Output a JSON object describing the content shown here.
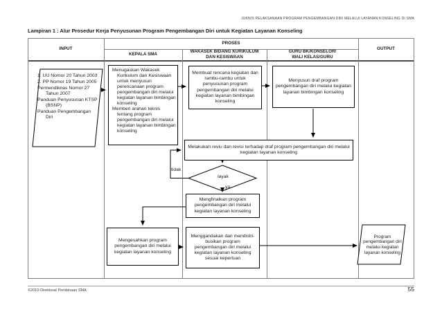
{
  "page": {
    "running_header": "JUKNIS PELAKSANAAN PROGRAM PENGEMBANGAN DIRI MELALUI LAYANAN KONSELING DI SMA",
    "title": "Lampiran 1 : Alur Prosedur Kerja Penyusunan Program Pengembangan Diri untuk Kegiatan Layanan Konseling",
    "footer_left": "©2010-Direktorat Pembinaan SMA",
    "page_number": "55"
  },
  "table": {
    "col_input": "INPUT",
    "col_proses": "PROSES",
    "col_kepala": "KEPALA SMA",
    "col_wakasek": "WAKASEK BIDANG KURIKULUM\nDAN KESISWAAN",
    "col_guru": "GURU BK/KONSELOR/\nWALI KELAS/GURU",
    "col_output": "OUTPUT"
  },
  "flowchart": {
    "input_items": {
      "0": "1.   UU Nomor 20 Tahun 2003",
      "1": "2.   PP Nomor 19 Tahun 2005",
      "2": "Permendiknas Nomor 27 Tahun 2007",
      "3": "Panduan Penyusunan KTSP (BSNP)",
      "4": "Panduan Pengembangan Diri"
    },
    "kepala_tasks": {
      "0": "Menugaskan Wakasek Kurikulum dan Kesiswaan untuk menyusun perencanaan program pengembangan diri melalui kegiatan layanan bimbingan konseling",
      "1": "Memberi arahan teknis tentang program pengembangan diri melalui kegiatan layanan bimbingan konseling"
    },
    "wakasek_plan": "Membuat rencana kegiatan dan rambu-rambu untuk penyusunan program pengembangan diri melalui kegiatan layanan bimbingan konseling",
    "guru_draft": "Menyusun draf program pengembangan diri melalui kegiatan layanan bimbingan konseling",
    "review": "Melakukan reviu dan revisi terhadap draf program pengembangan diri melalui kegiatan layanan konseling",
    "decision": "layak",
    "decision_no": "tidak",
    "decision_yes": "ya",
    "finalize": "Mengfinalkan program pengembangan diri melalui kegiatan layanan konseling",
    "approve": "Mengesahkan program pengembangan diri melalui kegiatan layanan konseling",
    "distribute": "Menggandakan dan mendistri-busikan  program pengembangan diri melalui kegiatan layanan konseling sesuai keperluan",
    "output": "Program pengembangan diri melalui kegiatan layanan konseling"
  },
  "colors": {
    "box_border": "#000000",
    "table_line": "#7f7f7f",
    "header_rule": "#4a4a4a",
    "text": "#1a1a1a",
    "background": "#ffffff"
  }
}
